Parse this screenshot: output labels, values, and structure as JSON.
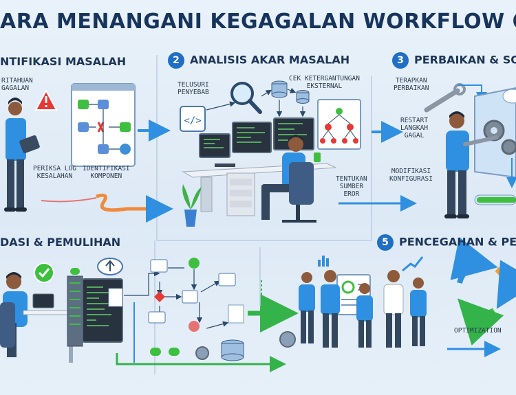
{
  "title": "ARA MENANGANI KEGAGALAN WORKFLOW OTOMATI",
  "steps": [
    {
      "number": "",
      "heading": "NTIFIKASI MASALAH"
    },
    {
      "number": "2",
      "heading": "ANALISIS AKAR MASALAH"
    },
    {
      "number": "3",
      "heading": "PERBAIKAN & SO"
    },
    {
      "number": "",
      "heading": "DASI & PEMULIHAN"
    },
    {
      "number": "5",
      "heading": "PENCEGAHAN & PEN"
    }
  ],
  "labels": {
    "s1_top": "RITAHUAN\nGAGALAN",
    "s1_log": "PERIKSA LOG\nKESALAHAN",
    "s1_comp": "IDENTIFIKASI\nKOMPONEN",
    "s2_trace": "TELUSURI\nPENYEBAB",
    "s2_dep": "CEK KETERGANTUNGAN\nEKSTERNAL",
    "s2_source": "TENTUKAN\nSUMBER\nEROR",
    "s3_apply": "TERAPKAN\nPERBAIKAN",
    "s3_restart": "RESTART\nLANGKAH\nGAGAL",
    "s3_config": "MODIFIKASI\nKONFIGURASI",
    "s5_opt": "OPTIMIZATION"
  },
  "colors": {
    "title": "#17355c",
    "accent": "#1f6fc4",
    "arrow": "#2f8fe0",
    "green": "#3fbf3f",
    "alert": "#e53935",
    "shirt": "#2f8fe0",
    "pants": "#33475f"
  }
}
